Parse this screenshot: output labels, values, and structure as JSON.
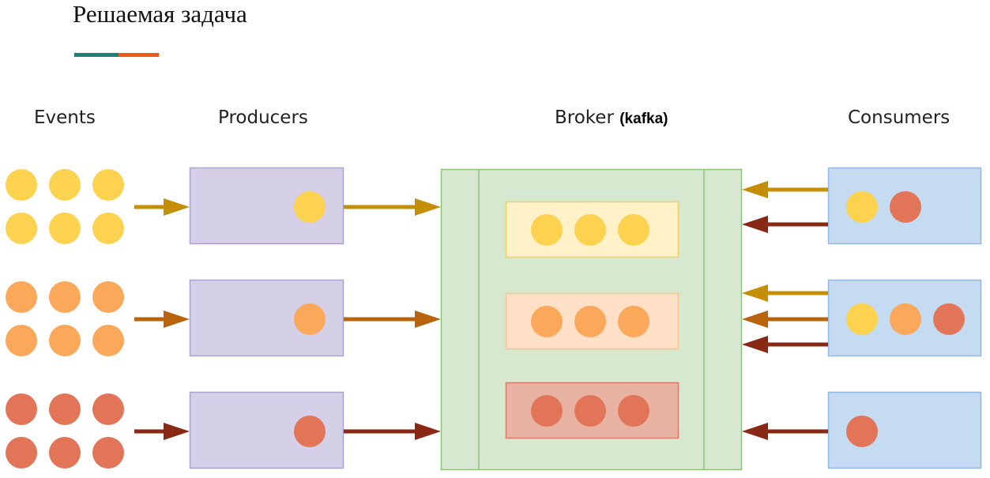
{
  "title": "Решаемая задача",
  "columns": {
    "events": "Events",
    "producers": "Producers",
    "broker": "Broker",
    "broker_note": "(kafka)",
    "consumers": "Consumers"
  },
  "colors": {
    "accent_teal": "#1e7f78",
    "accent_orange": "#f05a12",
    "yellow": "#fdd24f",
    "orange": "#fba85a",
    "red": "#e27458",
    "arrow_yellow": "#c48e07",
    "arrow_orange": "#b9640c",
    "arrow_red": "#892915",
    "producer_fill": "#d5d0e8",
    "producer_stroke": "#aaa3cf",
    "broker_fill": "#d6e8cf",
    "broker_stroke": "#8fc27b",
    "consumer_fill": "#c5dbf2",
    "consumer_stroke": "#93b9e2",
    "topic_yellow_fill": "#fff1c8",
    "topic_yellow_stroke": "#f2cf61",
    "topic_orange_fill": "#fde0c5",
    "topic_orange_stroke": "#f6c38e",
    "topic_red_fill": "#e8b3a3",
    "topic_red_stroke": "#d97c66"
  },
  "event_groups": [
    "yellow",
    "orange",
    "red"
  ],
  "producers": [
    {
      "event": "yellow"
    },
    {
      "event": "orange"
    },
    {
      "event": "red"
    }
  ],
  "topics": [
    "yellow",
    "orange",
    "red"
  ],
  "consumers": [
    {
      "events": [
        "yellow",
        "red"
      ],
      "arrows": [
        "yellow",
        "red"
      ]
    },
    {
      "events": [
        "yellow",
        "orange",
        "red"
      ],
      "arrows": [
        "yellow",
        "orange",
        "red"
      ]
    },
    {
      "events": [
        "red"
      ],
      "arrows": [
        "red"
      ]
    }
  ]
}
